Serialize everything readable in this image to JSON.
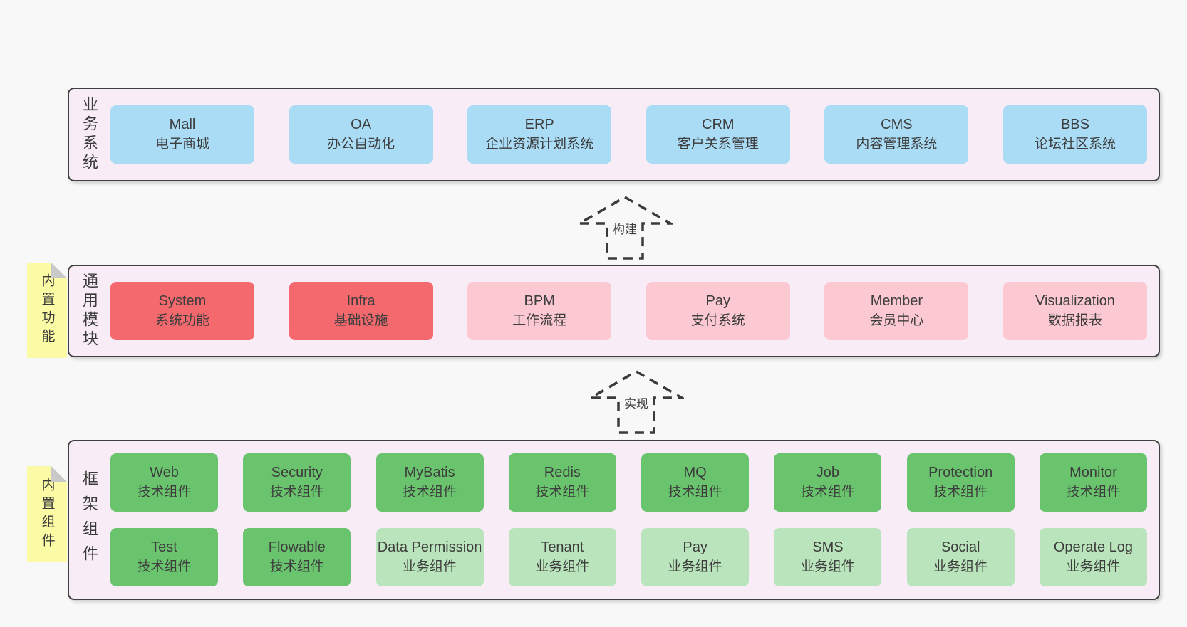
{
  "sections": [
    {
      "id": "business",
      "label_vertical": "业务系统",
      "rows": [
        [
          {
            "name": "Mall",
            "subtitle": "电子商城",
            "variant": "blue"
          },
          {
            "name": "OA",
            "subtitle": "办公自动化",
            "variant": "blue"
          },
          {
            "name": "ERP",
            "subtitle": "企业资源计划系统",
            "variant": "blue"
          },
          {
            "name": "CRM",
            "subtitle": "客户关系管理",
            "variant": "blue"
          },
          {
            "name": "CMS",
            "subtitle": "内容管理系统",
            "variant": "blue"
          },
          {
            "name": "BBS",
            "subtitle": "论坛社区系统",
            "variant": "blue"
          }
        ]
      ]
    },
    {
      "id": "modules",
      "label_vertical": "通用模块",
      "sticky_note": "内置功能",
      "rows": [
        [
          {
            "name": "System",
            "subtitle": "系统功能",
            "variant": "red"
          },
          {
            "name": "Infra",
            "subtitle": "基础设施",
            "variant": "red"
          },
          {
            "name": "BPM",
            "subtitle": "工作流程",
            "variant": "pink"
          },
          {
            "name": "Pay",
            "subtitle": "支付系统",
            "variant": "pink"
          },
          {
            "name": "Member",
            "subtitle": "会员中心",
            "variant": "pink"
          },
          {
            "name": "Visualization",
            "subtitle": "数据报表",
            "variant": "pink"
          }
        ]
      ]
    },
    {
      "id": "components",
      "label_vertical": "框架组件",
      "sticky_note": "内置组件",
      "rows": [
        [
          {
            "name": "Web",
            "subtitle": "技术组件",
            "variant": "green"
          },
          {
            "name": "Security",
            "subtitle": "技术组件",
            "variant": "green"
          },
          {
            "name": "MyBatis",
            "subtitle": "技术组件",
            "variant": "green"
          },
          {
            "name": "Redis",
            "subtitle": "技术组件",
            "variant": "green"
          },
          {
            "name": "MQ",
            "subtitle": "技术组件",
            "variant": "green"
          },
          {
            "name": "Job",
            "subtitle": "技术组件",
            "variant": "green"
          },
          {
            "name": "Protection",
            "subtitle": "技术组件",
            "variant": "green"
          },
          {
            "name": "Monitor",
            "subtitle": "技术组件",
            "variant": "green"
          }
        ],
        [
          {
            "name": "Test",
            "subtitle": "技术组件",
            "variant": "green"
          },
          {
            "name": "Flowable",
            "subtitle": "技术组件",
            "variant": "green"
          },
          {
            "name": "Data Permission",
            "subtitle": "业务组件",
            "variant": "green_light"
          },
          {
            "name": "Tenant",
            "subtitle": "业务组件",
            "variant": "green_light"
          },
          {
            "name": "Pay",
            "subtitle": "业务组件",
            "variant": "green_light"
          },
          {
            "name": "SMS",
            "subtitle": "业务组件",
            "variant": "green_light"
          },
          {
            "name": "Social",
            "subtitle": "业务组件",
            "variant": "green_light"
          },
          {
            "name": "Operate Log",
            "subtitle": "业务组件",
            "variant": "green_light"
          }
        ]
      ]
    }
  ],
  "arrows": [
    {
      "label": "构建"
    },
    {
      "label": "实现"
    }
  ],
  "colors": {
    "blue": "#aadcf6",
    "red": "#f4696d",
    "pink": "#fcc9d3",
    "green": "#6ac46e",
    "green_light": "#bae4bb",
    "sticky_yellow": "#fbfaa5",
    "sticky_fold": "#c9c9c9",
    "panel_background": "#f8edf7",
    "panel_border": "#414141",
    "page_background": "#f8f8f8",
    "text": "#3d3d3d"
  }
}
